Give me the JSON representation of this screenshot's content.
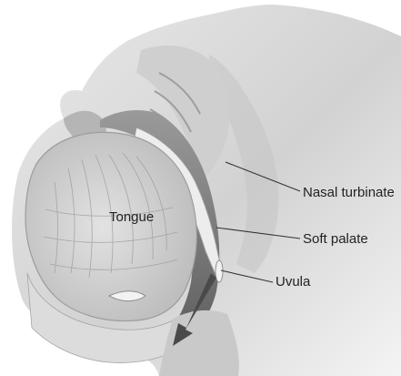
{
  "labels": {
    "tongue": "Tongue",
    "nasal_turbinate": "Nasal turbinate",
    "soft_palate": "Soft palate",
    "uvula": "Uvula"
  },
  "colors": {
    "background": "#ffffff",
    "skin": "#d6d6d6",
    "skin_shadow": "#a8a8a8",
    "airway": "#7d7d7d",
    "tongue_muscle": "#bdbdbd",
    "tissue_light": "#e6e6e6",
    "label_text": "#222222"
  }
}
